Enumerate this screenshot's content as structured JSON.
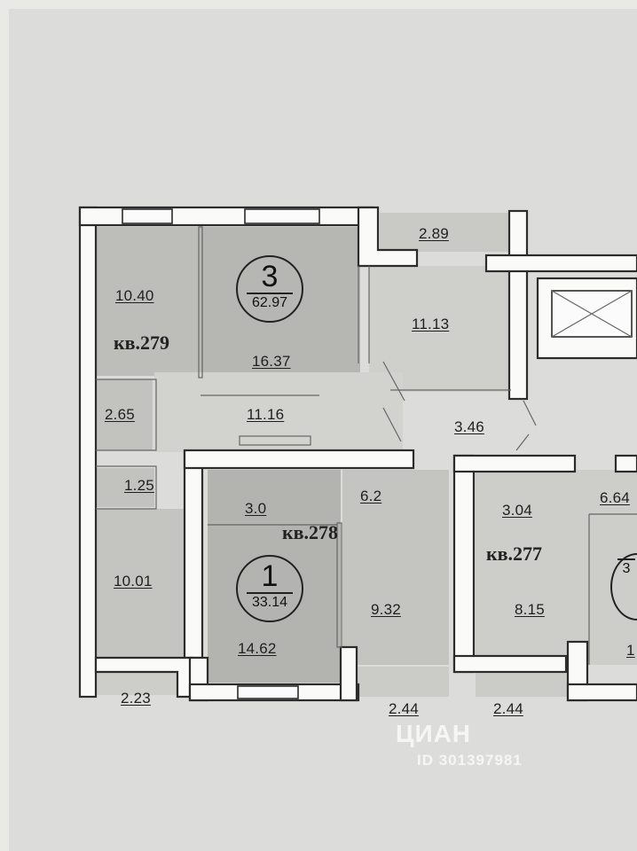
{
  "apartments": [
    {
      "id": "apt279",
      "label": "кв.279",
      "rooms": "3",
      "total": "62.97"
    },
    {
      "id": "apt278",
      "label": "кв.278",
      "rooms": "1",
      "total": "33.14"
    },
    {
      "id": "apt277",
      "label": "кв.277",
      "rooms": "",
      "total": "3"
    }
  ],
  "areas": {
    "r279_room_left": "10.40",
    "r279_room_main": "16.37",
    "r279_balcony": "2.89",
    "r279_kitchen": "11.13",
    "r279_bath": "2.65",
    "r279_hall": "11.16",
    "corridor": "3.46",
    "r279_wc": "1.25",
    "r279_room_lower": "10.01",
    "r279_loggia": "2.23",
    "r278_bath": "3.0",
    "r278_hall": "6.2",
    "r278_room": "14.62",
    "r278_kitchen": "9.32",
    "r278_loggia": "2.44",
    "r277_bath": "3.04",
    "r277_hall": "6.64",
    "r277_kitchen": "8.15",
    "r277_loggia": "2.44",
    "r277_room_partial": "1"
  },
  "watermark": {
    "brand": "ЦИАН",
    "id_text": "ID 301397981"
  },
  "colors": {
    "fill_dark": "#b9b9b6",
    "fill_mid": "#c8c8c5",
    "fill_light": "#d8d8d5",
    "wall": "#fafaf8",
    "line": "#2c2c2c"
  }
}
